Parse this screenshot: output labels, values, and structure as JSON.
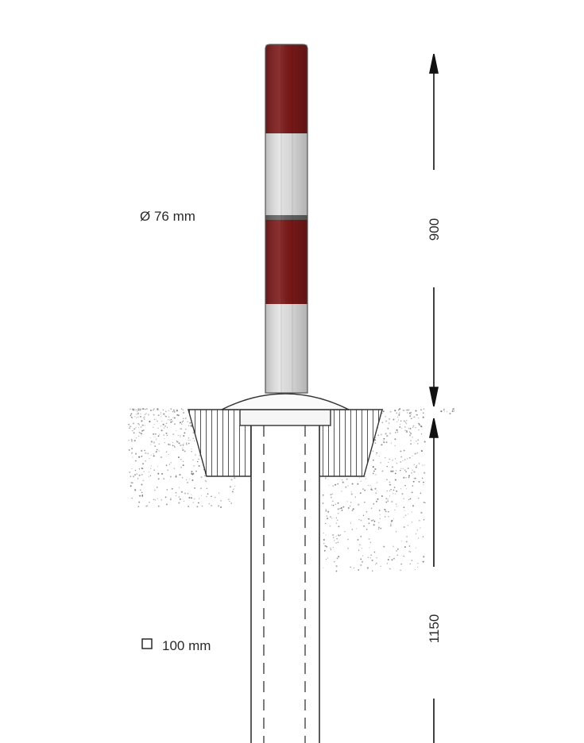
{
  "labels": {
    "post_diameter": "Ø 76 mm",
    "ground_sleeve": "100 mm",
    "height_above_ground": "900",
    "depth_below_ground": "1150"
  },
  "colors": {
    "red_band": "#7d1a1a",
    "white_band": "#e4e4e4",
    "outline": "#333333",
    "hatch": "#555555",
    "dimension": "#111111"
  }
}
